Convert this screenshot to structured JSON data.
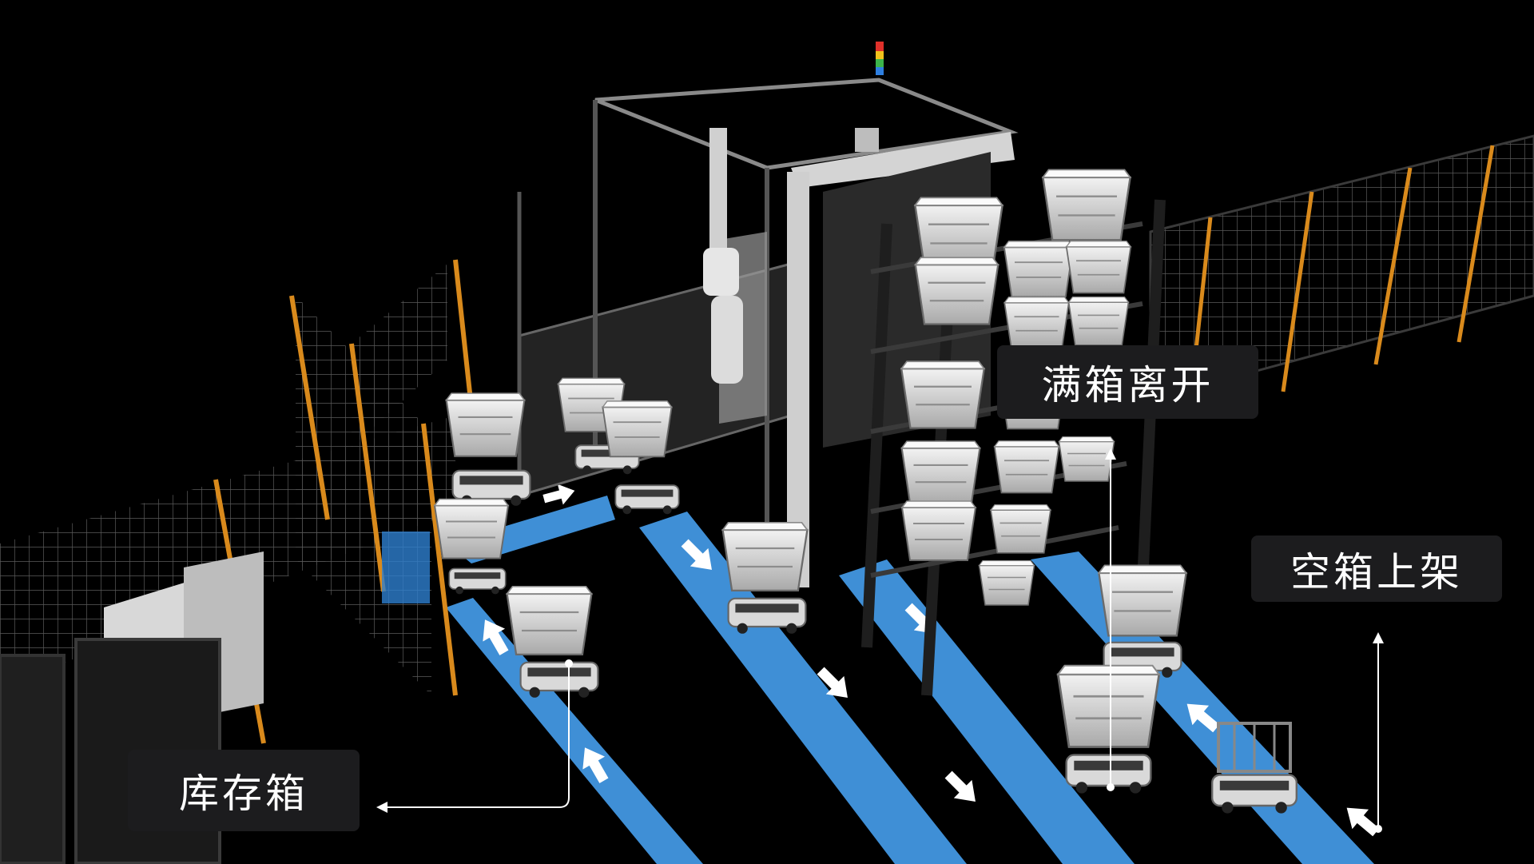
{
  "labels": {
    "full_out": "满箱离开",
    "empty_shelf": "空箱上架",
    "inventory": "库存箱"
  },
  "colors": {
    "background": "#000000",
    "lane": "#3f8fd6",
    "fence_post": "#d98a1c",
    "label_bg": "#1c1c1e",
    "label_text": "#ffffff",
    "tower_light": [
      "#e0302a",
      "#f2c21c",
      "#3cb44b",
      "#2e7fe0"
    ]
  }
}
